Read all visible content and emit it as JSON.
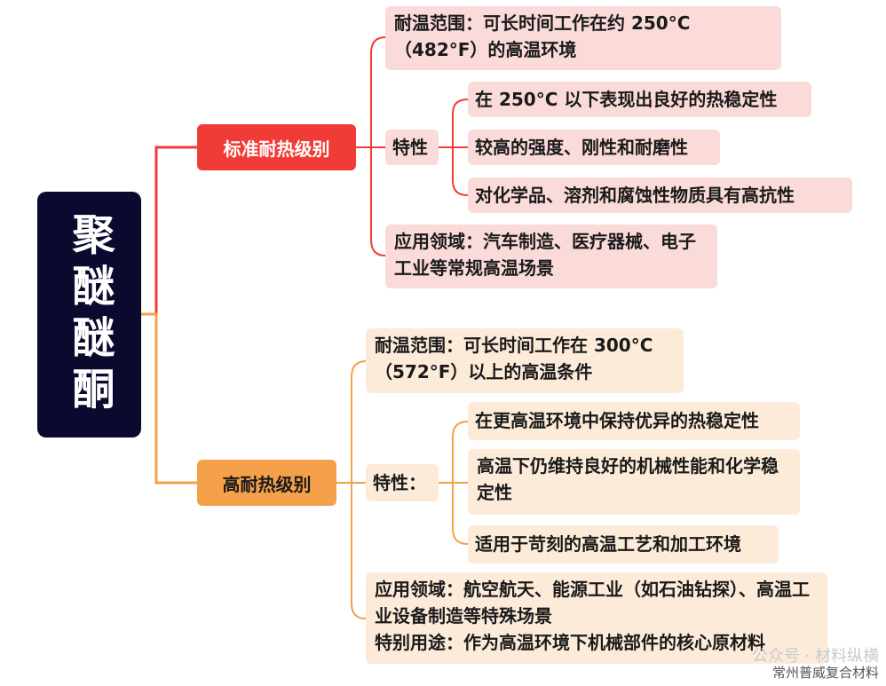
{
  "root": {
    "label": "聚醚醚酮"
  },
  "branches": {
    "standard": {
      "label": "标准耐热级别",
      "temp": "耐温范围：可长时间工作在约 250°C（482°F）的高温环境",
      "features_label": "特性",
      "features": [
        "在 250°C 以下表现出良好的热稳定性",
        "较高的强度、刚性和耐磨性",
        "对化学品、溶剂和腐蚀性物质具有高抗性"
      ],
      "application": "应用领域：汽车制造、医疗器械、电子工业等常规高温场景"
    },
    "high": {
      "label": "高耐热级别",
      "temp": "耐温范围：可长时间工作在 300°C（572°F）以上的高温条件",
      "features_label": "特性：",
      "features": [
        "在更高温环境中保持优异的热稳定性",
        "高温下仍维持良好的机械性能和化学稳定性",
        "适用于苛刻的高温工艺和加工环境"
      ],
      "application": "应用领域：航空航天、能源工业（如石油钻探）、高温工业设备制造等特殊场景",
      "special": "特别用途：作为高温环境下机械部件的核心原材料"
    }
  },
  "watermark": {
    "line1": "公众号 · 材料纵横",
    "line2": "常州普威复合材料"
  },
  "colors": {
    "root": "#0a0a2e",
    "standard": "#f13b36",
    "high": "#f5a04a",
    "pink": "#fbdada",
    "peach": "#fdebd9"
  }
}
